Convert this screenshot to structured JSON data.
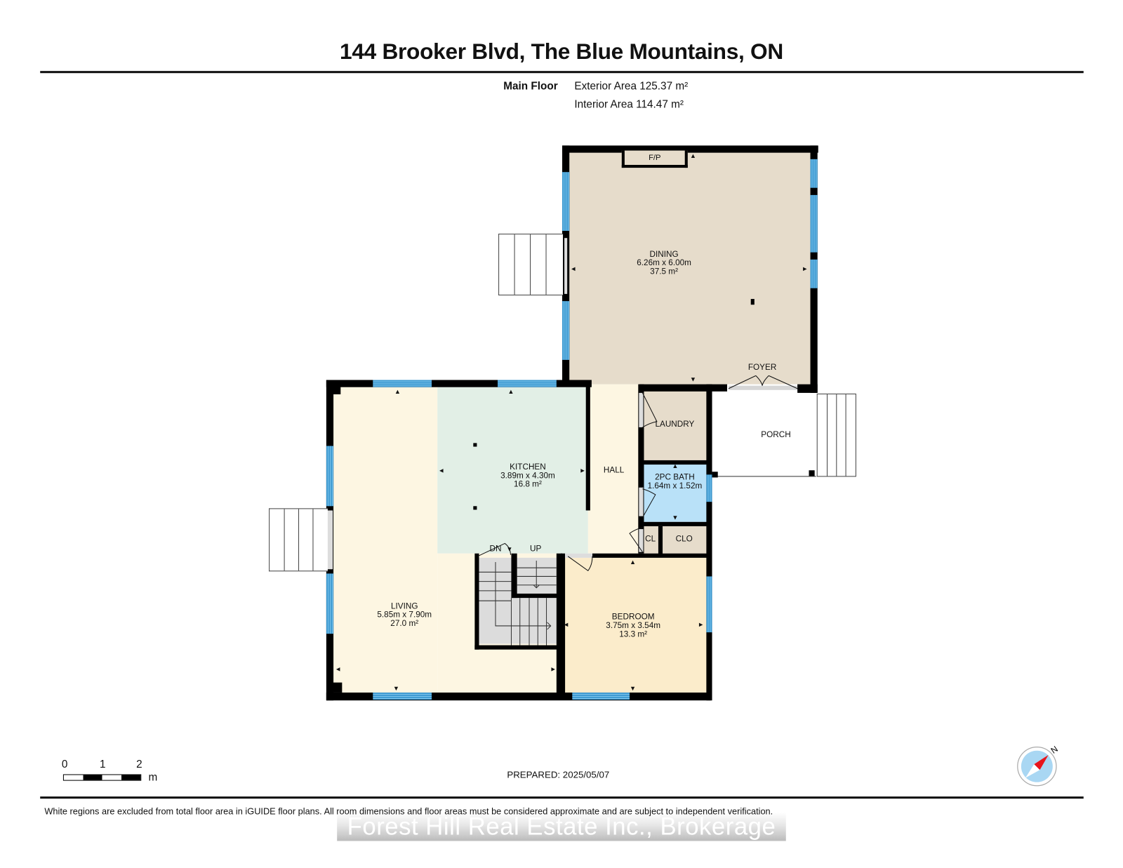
{
  "header": {
    "title": "144 Brooker Blvd, The Blue Mountains, ON",
    "floor_name": "Main Floor",
    "exterior_area": "Exterior Area 125.37 m²",
    "interior_area": "Interior Area 114.47 m²"
  },
  "rooms": {
    "dining": {
      "name": "DINING",
      "dims": "6.26m x 6.00m",
      "area": "37.5 m²"
    },
    "kitchen": {
      "name": "KITCHEN",
      "dims": "3.89m x 4.30m",
      "area": "16.8 m²"
    },
    "living": {
      "name": "LIVING",
      "dims": "5.85m x 7.90m",
      "area": "27.0 m²"
    },
    "bedroom": {
      "name": "BEDROOM",
      "dims": "3.75m x 3.54m",
      "area": "13.3 m²"
    },
    "bath": {
      "name": "2PC BATH",
      "dims": "1.64m x 1.52m"
    },
    "laundry": {
      "name": "LAUNDRY"
    },
    "hall": {
      "name": "HALL"
    },
    "porch": {
      "name": "PORCH"
    },
    "foyer": {
      "name": "FOYER"
    },
    "cl": {
      "name": "CL"
    },
    "clo": {
      "name": "CLO"
    },
    "fireplace": {
      "name": "F/P"
    },
    "stairs_down": {
      "name": "DN"
    },
    "stairs_up": {
      "name": "UP"
    }
  },
  "colors": {
    "dining": "#e6dccb",
    "kitchen": "#e2efe6",
    "living": "#fdf6e2",
    "hall": "#fdf6e2",
    "bedroom": "#fbeccb",
    "bath": "#b9e1f8",
    "utility": "#e6dccb",
    "stairs": "#dcdcdc",
    "window": "#3f9bd2",
    "compass_needle": "#e8141b",
    "compass_face": "#a9d7f3"
  },
  "scale_bar": {
    "ticks": [
      "0",
      "1",
      "2"
    ],
    "unit": "m"
  },
  "compass": {
    "label": "N"
  },
  "prepared": "PREPARED: 2025/05/07",
  "footer": {
    "disclaimer": "White regions are excluded from total floor area in iGUIDE floor plans. All room dimensions and floor areas must be considered approximate and are subject to independent verification.",
    "watermark": "Forest Hill Real Estate Inc., Brokerage"
  }
}
